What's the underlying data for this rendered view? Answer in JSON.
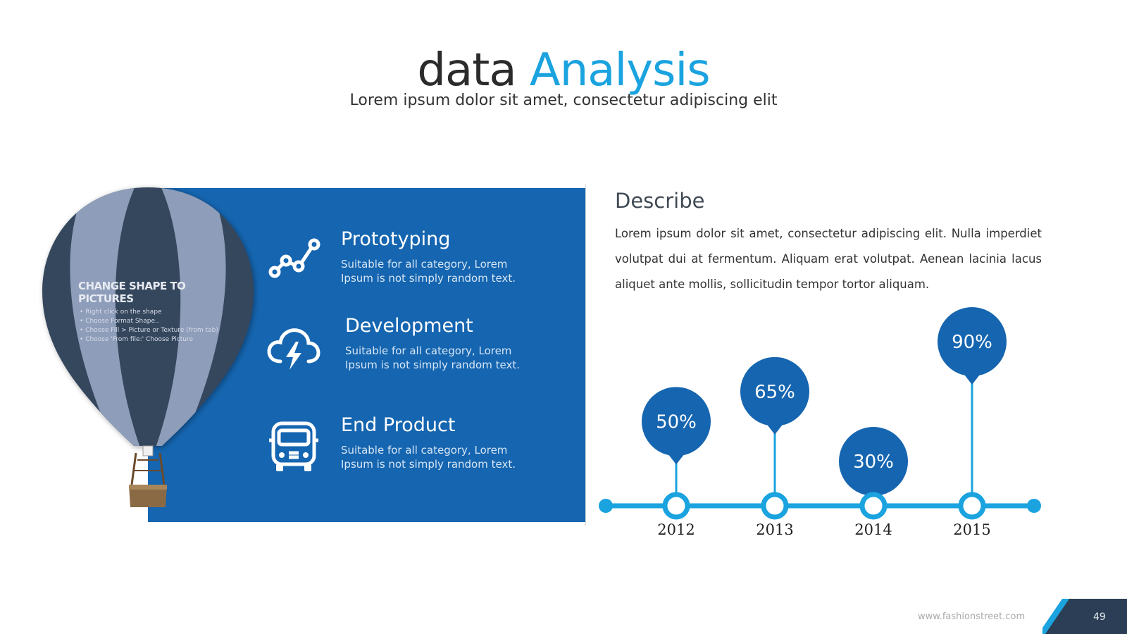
{
  "header": {
    "title_dark": "data",
    "title_accent": "Analysis",
    "subtitle": "Lorem ipsum dolor sit amet, consectetur adipiscing elit"
  },
  "balloon": {
    "placeholder_title": "CHANGE SHAPE TO PICTURES",
    "placeholder_steps": [
      "Right click on the shape",
      "Choose Format Shape..",
      "Choose Fill > Picture or Texture (from tab)",
      "Choose 'From file:' Choose Picture"
    ]
  },
  "features": [
    {
      "icon": "chart-line-icon",
      "title": "Prototyping",
      "desc": "Suitable for all category, Lorem Ipsum is not simply random text."
    },
    {
      "icon": "cloud-lightning-icon",
      "title": "Development",
      "desc": "Suitable for all category, Lorem Ipsum is not simply random text."
    },
    {
      "icon": "truck-icon",
      "title": "End Product",
      "desc": "Suitable for all category, Lorem Ipsum is not simply random text."
    }
  ],
  "describe": {
    "title": "Describe",
    "text": "Lorem ipsum dolor sit amet, consectetur adipiscing elit. Nulla imperdiet volutpat dui at fermentum. Aliquam erat volutpat. Aenean lacinia lacus aliquet ante mollis, sollicitudin tempor tortor aliquam."
  },
  "chart_data": {
    "type": "line",
    "title": "",
    "xlabel": "",
    "ylabel": "",
    "categories": [
      "2012",
      "2013",
      "2014",
      "2015"
    ],
    "series": [
      {
        "values": [
          50,
          65,
          30,
          90
        ]
      }
    ],
    "value_labels": [
      "50%",
      "65%",
      "30%",
      "90%"
    ],
    "grid": false,
    "colors": {
      "line": "#1aa3df",
      "pin": "#1565b0",
      "label": "#ffffff"
    }
  },
  "footer": {
    "url": "www.fashionstreet.com",
    "page": "49"
  },
  "colors": {
    "accent": "#1aa3df",
    "panel": "#1565b0",
    "balloon_dark": "#2c3e55",
    "balloon_light": "#8898b6"
  }
}
